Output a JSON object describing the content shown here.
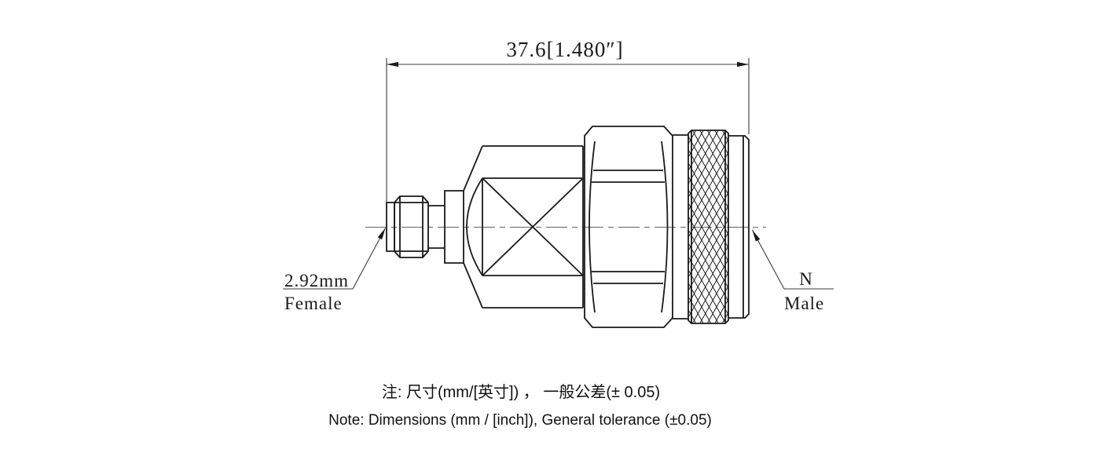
{
  "drawing": {
    "title_context": "RF coaxial adapter outline drawing",
    "dimension": {
      "overall_length_label": "37.6[1.480″]"
    },
    "left_connector": {
      "interface_label": "2.92mm",
      "gender_label": "Female"
    },
    "right_connector": {
      "interface_label": "N",
      "gender_label": "Male"
    },
    "notes": {
      "line1_cn": "注: 尺寸(mm/[英寸]) ， 一般公差(± 0.05)",
      "line2_en": "Note: Dimensions (mm / [inch]), General tolerance (±0.05)"
    },
    "colors": {
      "object_line": "#1a1a1a",
      "thin_line": "#3a3a3a",
      "centerline": "#7a7a7a",
      "background": "#ffffff"
    }
  }
}
